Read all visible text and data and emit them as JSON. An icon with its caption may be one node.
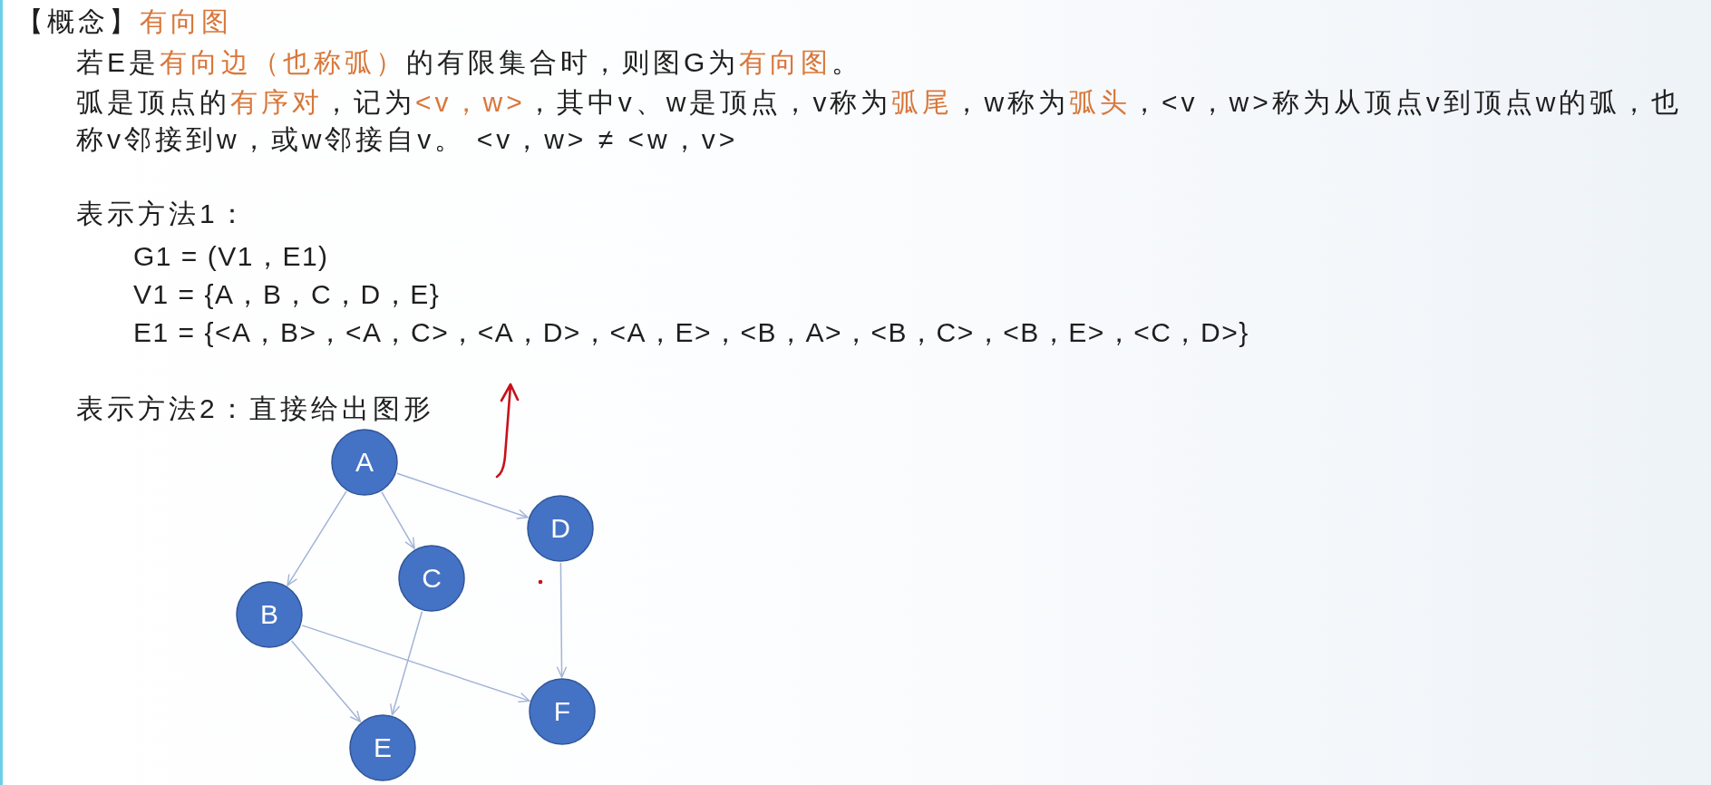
{
  "diagram": {
    "title": "【概念】*有向图*",
    "nodes": [
      {
        "text": [
          "A"
        ]
      },
      {
        "text": [
          "D"
        ]
      },
      {
        "text": [
          "C"
        ]
      },
      {
        "text": [
          "B"
        ]
      },
      {
        "text": [
          "F"
        ]
      },
      {
        "text": [
          "E"
        ]
      }
    ],
    "edges": [
      {
        "from": 0,
        "to": 3,
        "arrow": "to"
      },
      {
        "from": 0,
        "to": 2,
        "arrow": "to"
      },
      {
        "from": 0,
        "to": 1,
        "arrow": "to"
      },
      {
        "from": 3,
        "to": 5,
        "arrow": "to"
      },
      {
        "from": 3,
        "to": 4,
        "arrow": "to"
      },
      {
        "from": 2,
        "to": 5,
        "arrow": "to"
      },
      {
        "from": 1,
        "to": 4,
        "arrow": "to"
      }
    ],
    "labels": [
      "若E是有向边（也称弧）的有限集合时，则图G为有向图。",
      "弧是顶点的有序对，记为<v，w>，其中v、w是顶点，v称为弧尾，w称为弧头，<v，w>称为从顶点v到顶点w的弧，也称v邻接到w，或w邻接自v。 <v，w> ≠ <w，v>",
      "表示方法1：",
      "G1 = (V1，E1)",
      "V1 = {A，B，C，D，E}",
      "E1 = {<A，B>，<A，C>，<A，D>，<A，E>，<B，A>，<B，C>，<B，E>，<C，D>}",
      "表示方法2：直接给出图形"
    ]
  }
}
